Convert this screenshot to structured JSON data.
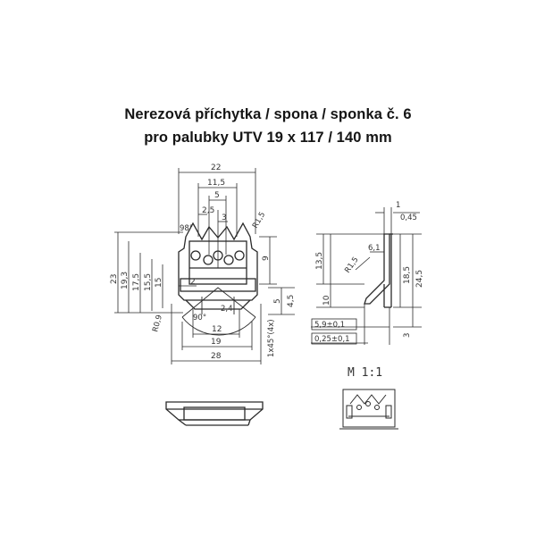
{
  "title": {
    "line1": "Nerezová příchytka / spona / sponka č. 6",
    "line2": "pro palubky UTV 19 x 117 / 140 mm"
  },
  "front_view": {
    "width_labels": [
      "22",
      "11,5",
      "5",
      "2,5",
      "3",
      "2",
      "12",
      "19",
      "28"
    ],
    "height_labels": [
      "23",
      "19,3",
      "17,5",
      "15,5",
      "15",
      "9",
      "5",
      "4,5"
    ],
    "angle_labels": [
      "98°",
      "90°"
    ],
    "radius_labels": [
      "R1,5",
      "R0,9"
    ],
    "other_labels": [
      "2,4",
      "1x45°(4x)"
    ]
  },
  "side_view": {
    "labels": [
      "1",
      "0,45",
      "6,1",
      "R1,5",
      "13,5",
      "10",
      "18,5",
      "24,5",
      "3",
      "5,9±0,1",
      "0,25±0,1"
    ]
  },
  "scale_label": "M 1:1",
  "colors": {
    "ink": "#2a2a2a",
    "title": "#151515"
  }
}
